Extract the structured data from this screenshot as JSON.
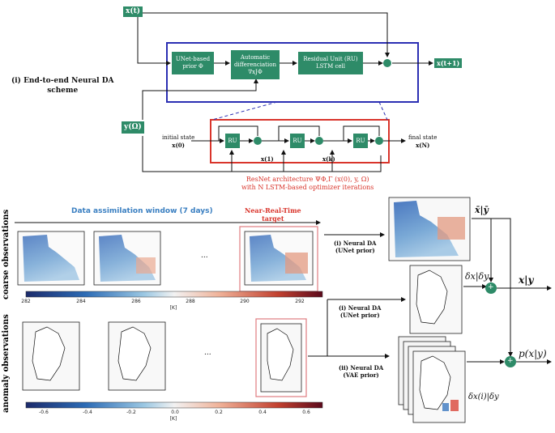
{
  "top": {
    "x_t_label": "x(t)",
    "x_t1_label": "x(t+1)",
    "y_omega_label": "y(Ω)",
    "scheme_title_line1": "(i) End-to-end Neural DA",
    "scheme_title_line2": "scheme",
    "unet_box_line1": "UNet-based",
    "unet_box_line2": "prior Φ",
    "autodiff_line1": "Automatic",
    "autodiff_line2": "differenciation",
    "autodiff_line3": "∇xJΦ",
    "ru_box_line1": "Residual Unit (RU)",
    "ru_box_line2": "LSTM cell",
    "ru_small": "RU",
    "initial_state_line1": "initial state",
    "initial_state_line2": "x(0)",
    "final_state_line1": "final state",
    "final_state_line2": "x(N)",
    "x1_label": "x(1)",
    "xk_label": "x(k)",
    "resnet_line1": "ResNet architecture ΨΦ,Γ (x(0), y, Ω)",
    "resnet_line2": "with N LSTM-based optimizer iterations"
  },
  "bottom": {
    "window_title": "Data assimilation window (7 days)",
    "nrt_line1": "Near-Real-Time",
    "nrt_line2": "target",
    "coarse_label": "coarse observations",
    "anomaly_label": "anomaly observations",
    "dots": "...",
    "colorbar1_ticks": [
      "282",
      "284",
      "286",
      "288",
      "290",
      "292"
    ],
    "colorbar2_ticks": [
      "-0.6",
      "-0.4",
      "-0.2",
      "0.0",
      "0.2",
      "0.4",
      "0.6"
    ],
    "unit_label": "[K]",
    "branch1_line1": "(i) Neural DA",
    "branch1_line2": "(UNet prior)",
    "branch2_line1": "(i) Neural DA",
    "branch2_line2": "(UNet prior)",
    "branch3_line1": "(ii) Neural DA",
    "branch3_line2": "(VAE prior)",
    "out_xbar": "x̄|ȳ",
    "out_dx": "δx|δy",
    "out_dxi": "δx(i)|δy",
    "out_xy": "x|y",
    "out_pxy": "p(x|y)",
    "plus": "+"
  },
  "colors": {
    "green": "#2e8b68",
    "blue_frame": "#2b2fb3",
    "red_frame": "#d9342b",
    "pink_frame": "#e07b80"
  }
}
